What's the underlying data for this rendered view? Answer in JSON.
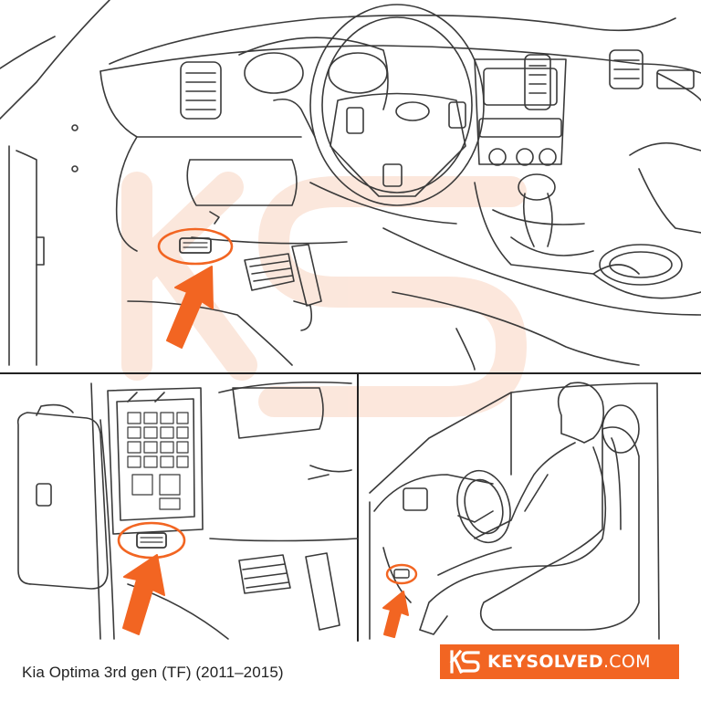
{
  "caption": "Kia Optima 3rd gen (TF) (2011–2015)",
  "brand": {
    "name_bold": "KEYSOLVED",
    "name_suffix": ".COM"
  },
  "colors": {
    "accent": "#F26522",
    "watermark": "#FBE3D6",
    "line": "#3a3a3a"
  },
  "icons": {
    "pointer": "arrow-up-right-icon",
    "highlight": "highlight-circle-icon"
  }
}
